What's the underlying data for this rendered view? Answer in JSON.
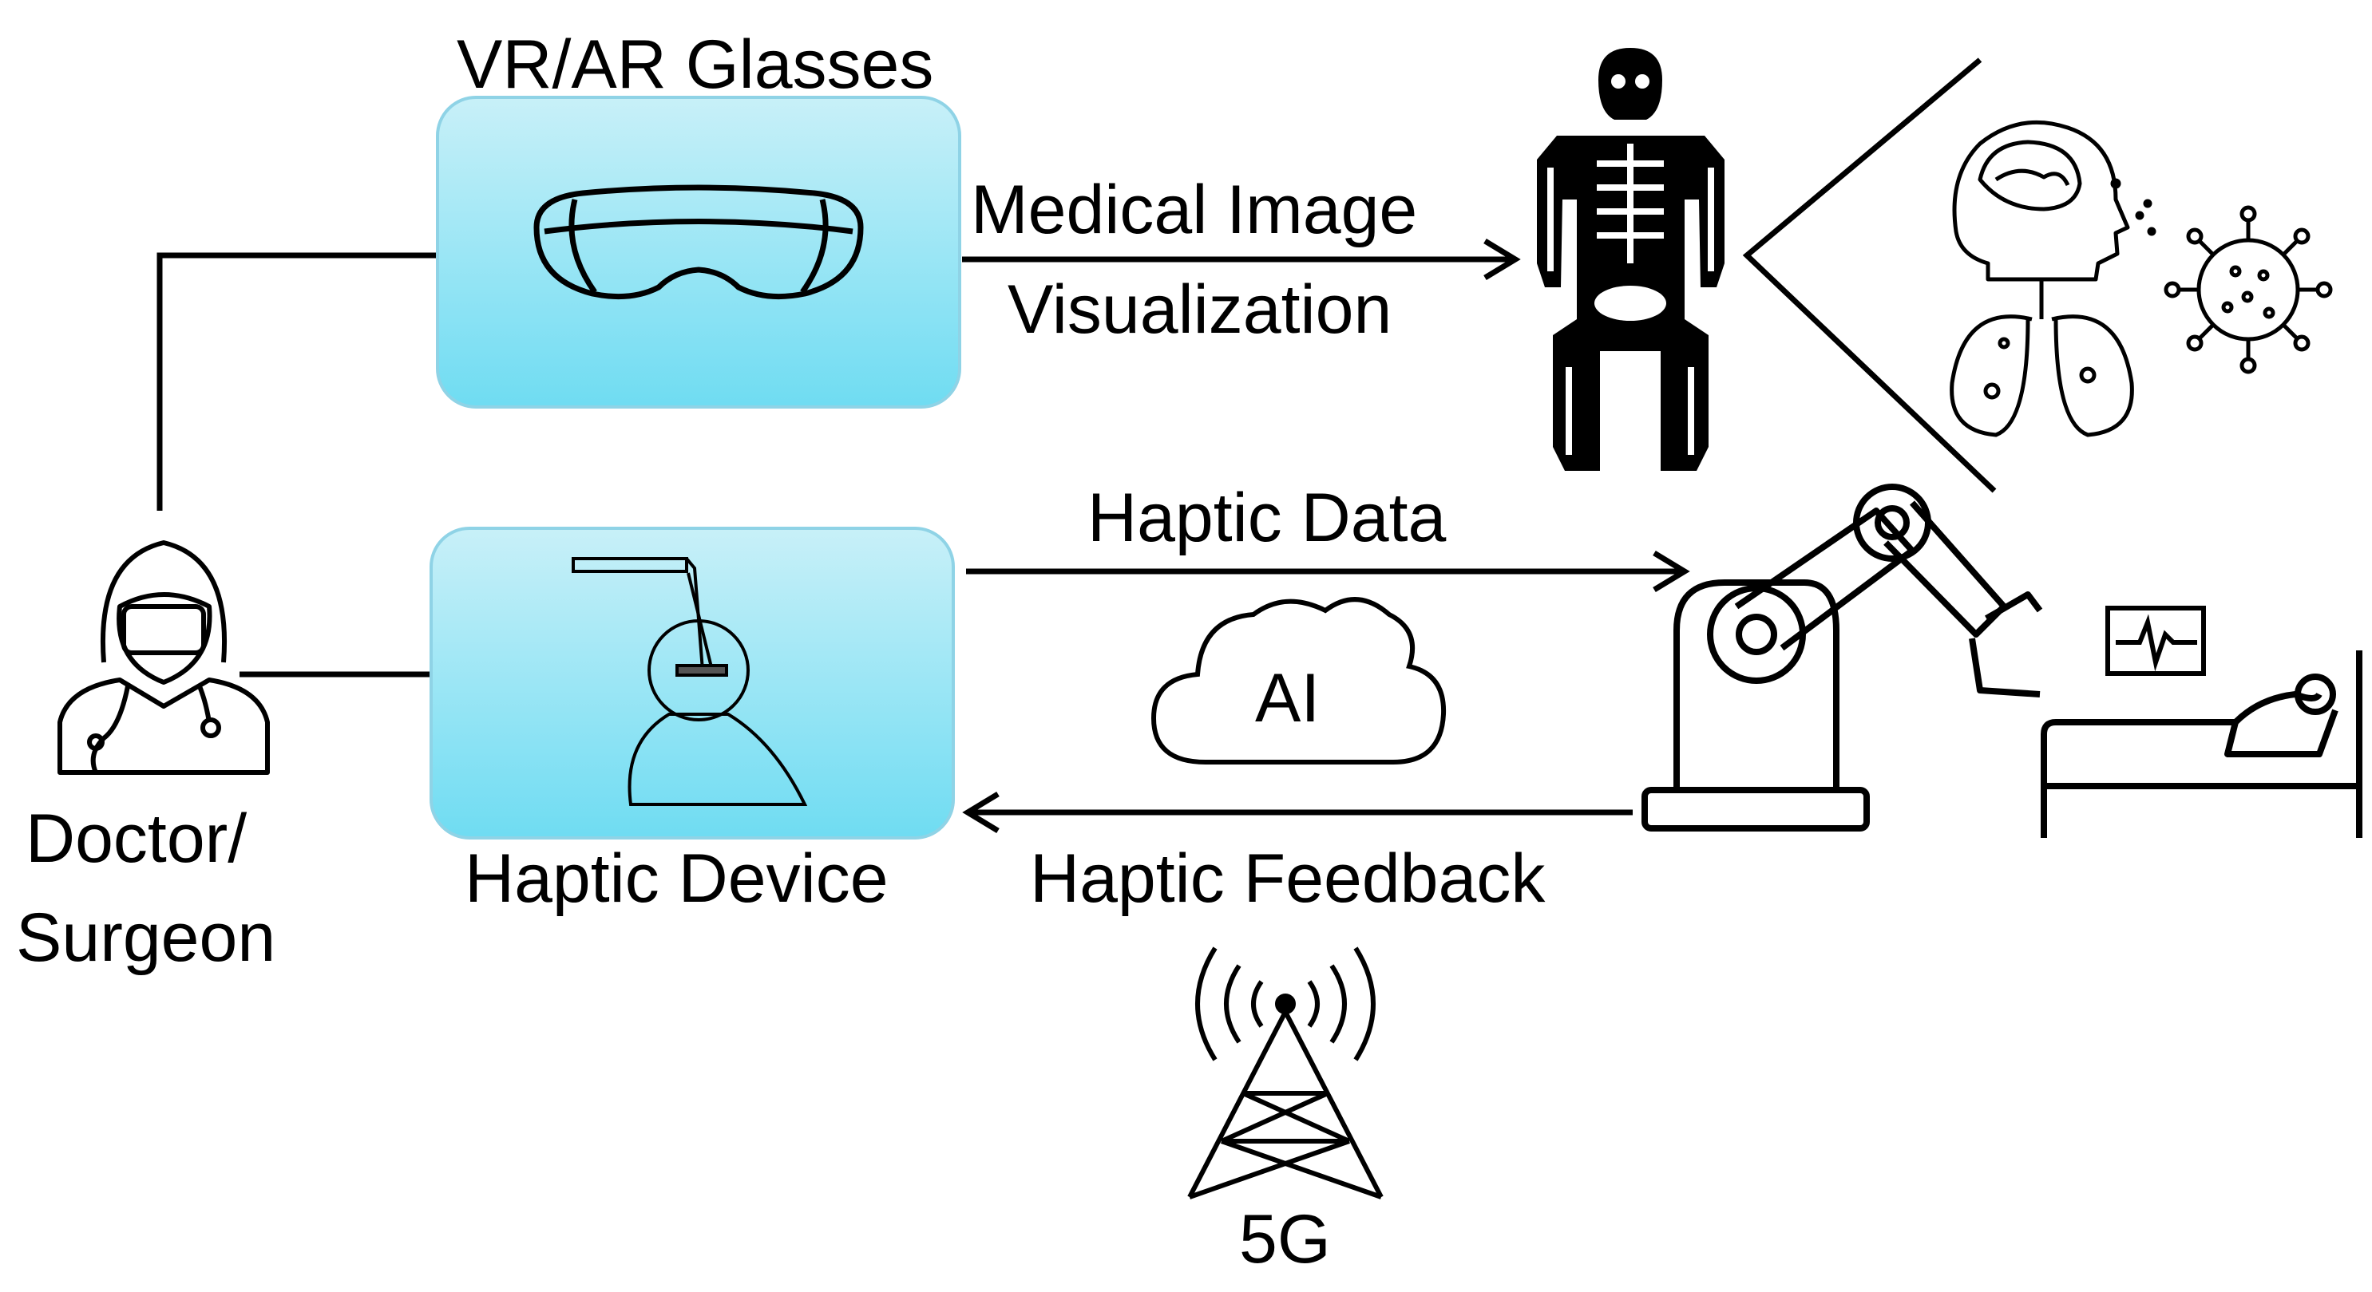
{
  "labels": {
    "vr_glasses": "VR/AR Glasses",
    "medical_image_line1": "Medical Image",
    "medical_image_line2": "Visualization",
    "haptic_data": "Haptic Data",
    "ai": "AI",
    "haptic_feedback": "Haptic Feedback",
    "haptic_device": "Haptic Device",
    "doctor_line1": "Doctor/",
    "doctor_line2": "Surgeon",
    "network": "5G"
  },
  "colors": {
    "box_fill_top": "#c8f0f8",
    "box_fill_bottom": "#6fdcf2",
    "box_stroke": "#8fd3e6",
    "stroke": "#000000"
  },
  "icons": {
    "glasses": "vr-glasses-icon",
    "haptic": "haptic-device-icon",
    "skeleton": "skeleton-icon",
    "head_lungs": "head-lungs-icon",
    "virus": "virus-icon",
    "robot": "robotic-arm-icon",
    "bed": "patient-bed-icon",
    "monitor": "heart-monitor-icon",
    "cloud": "cloud-icon",
    "tower": "cell-tower-icon",
    "doctor": "doctor-icon"
  }
}
